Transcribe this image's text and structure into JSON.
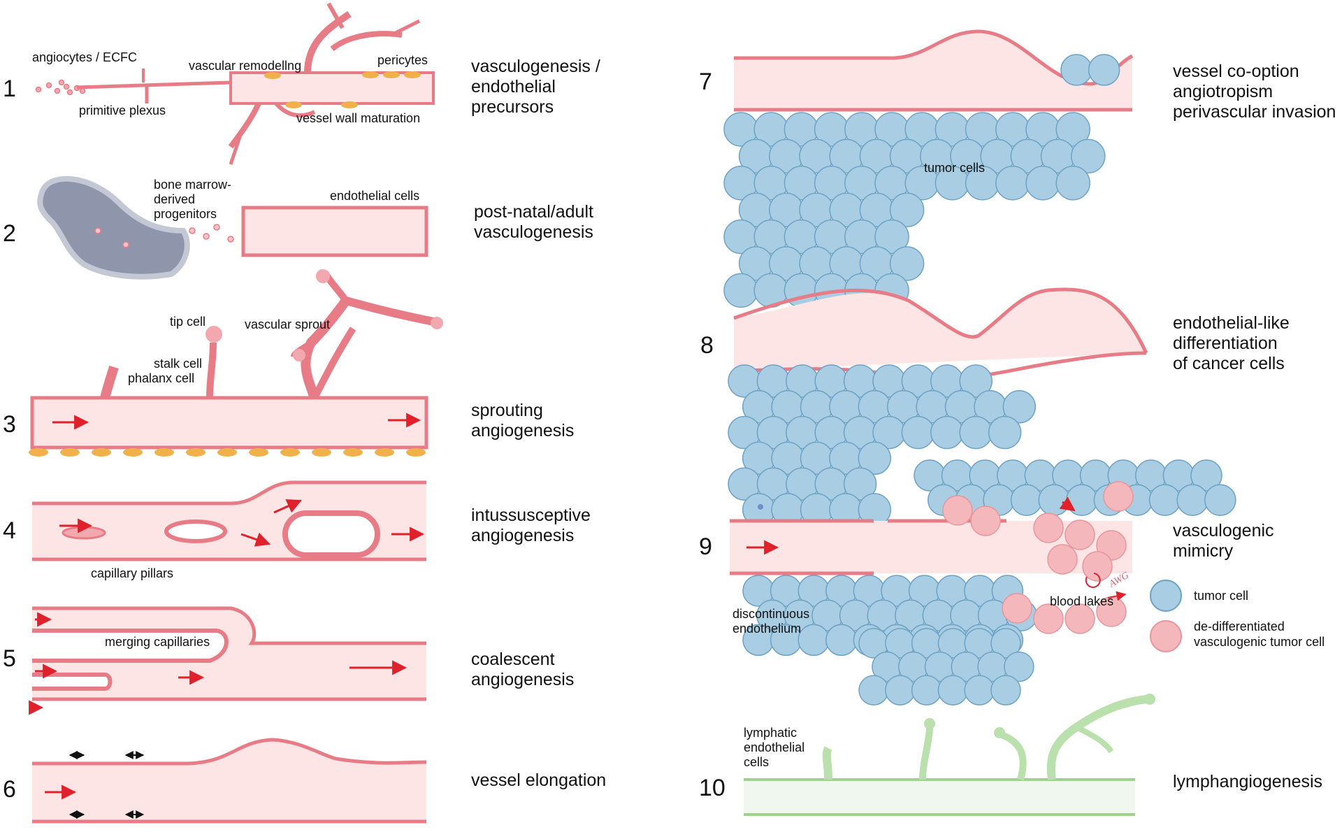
{
  "panels": [
    {
      "number": "1",
      "title": [
        "vasculogenesis /",
        "endothelial",
        "precursors"
      ],
      "labels": {
        "angiocytes": "angiocytes / ECFC",
        "remodelling": "vascular remodellng",
        "pericytes": "pericytes",
        "plexus": "primitive plexus",
        "maturation": "vessel wall maturation"
      }
    },
    {
      "number": "2",
      "title": [
        "post-natal/adult",
        "vasculogenesis"
      ],
      "labels": {
        "progenitors": [
          "bone marrow-",
          "derived",
          "progenitors"
        ],
        "endothelial": "endothelial cells"
      }
    },
    {
      "number": "3",
      "title": [
        "sprouting",
        "angiogenesis"
      ],
      "labels": {
        "tip": "tip cell",
        "sprout": "vascular sprout",
        "stalk": "stalk cell",
        "phalanx": "phalanx cell"
      }
    },
    {
      "number": "4",
      "title": [
        "intussusceptive",
        "angiogenesis"
      ],
      "labels": {
        "pillars": "capillary pillars"
      }
    },
    {
      "number": "5",
      "title": [
        "coalescent",
        "angiogenesis"
      ],
      "labels": {
        "merging": "merging capillaries"
      }
    },
    {
      "number": "6",
      "title": [
        "vessel elongation"
      ],
      "labels": {}
    },
    {
      "number": "7",
      "title": [
        "vessel co-option",
        "angiotropism",
        "perivascular invasion"
      ],
      "labels": {
        "tumor": "tumor cells"
      }
    },
    {
      "number": "8",
      "title": [
        "endothelial-like",
        "differentiation",
        "of cancer cells"
      ],
      "labels": {}
    },
    {
      "number": "9",
      "title": [
        "vasculogenic",
        "mimicry"
      ],
      "labels": {
        "discontinuous": [
          "discontinuous",
          "endothelium"
        ],
        "lakes": "blood lakes",
        "awg": "AWG"
      }
    },
    {
      "number": "10",
      "title": [
        "lymphangiogenesis"
      ],
      "labels": {
        "lymphatic": [
          "lymphatic",
          "endothelial",
          "cells"
        ]
      }
    }
  ],
  "legend": [
    {
      "label": [
        "tumor cell"
      ],
      "color": "#a9cde3"
    },
    {
      "label": [
        "de-differentiated",
        "vasculogenic tumor cell"
      ],
      "color": "#f4b8bc"
    }
  ],
  "colors": {
    "vessel_fill": "#fde5e6",
    "vessel_wall": "#e87c86",
    "cell": "#f2a8ae",
    "tumor": "#a9cde3",
    "tumor_edge": "#6da3c6",
    "pericyte": "#f0b04a",
    "arrow": "#e0202a",
    "lymph": "#d8f0cf",
    "lymph_edge": "#9fd28e"
  }
}
